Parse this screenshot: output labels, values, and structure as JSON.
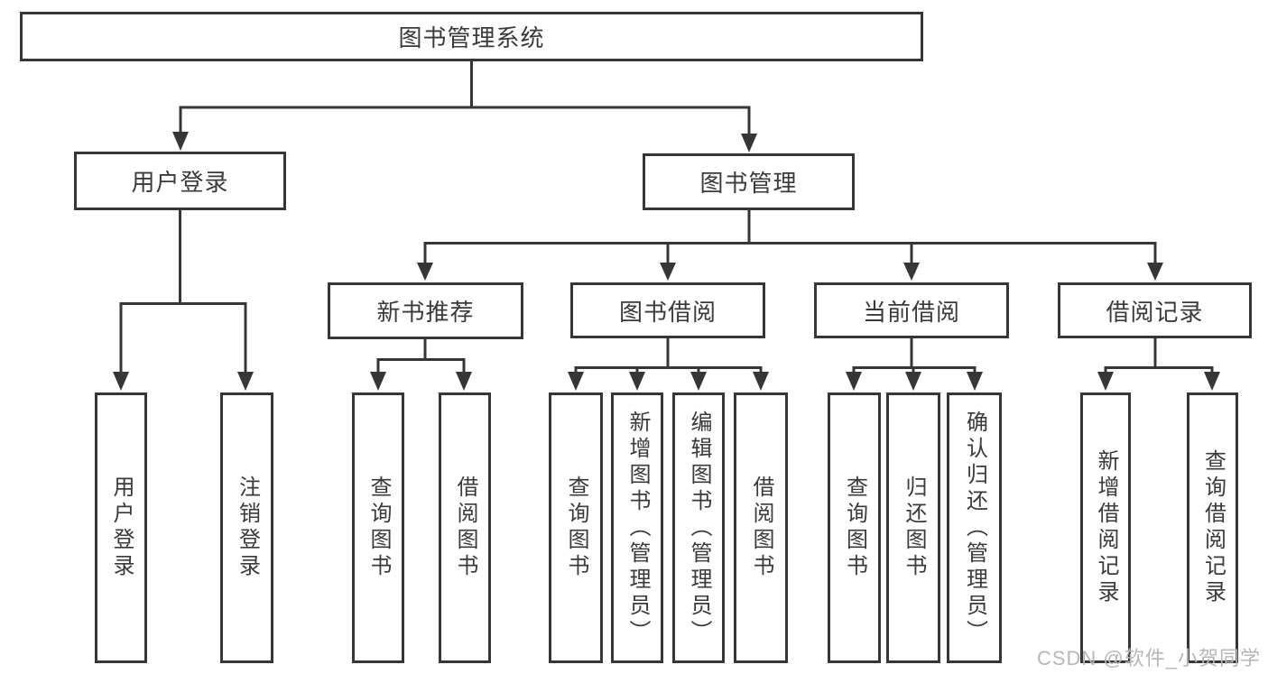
{
  "diagram": {
    "root": {
      "label": "图书管理系统"
    },
    "level2": [
      {
        "label": "用户登录",
        "leaves": [
          {
            "label": "用户登录"
          },
          {
            "label": "注销登录"
          }
        ]
      },
      {
        "label": "图书管理",
        "children": [
          {
            "label": "新书推荐",
            "leaves": [
              {
                "label": "查询图书"
              },
              {
                "label": "借阅图书"
              }
            ]
          },
          {
            "label": "图书借阅",
            "leaves": [
              {
                "label": "查询图书"
              },
              {
                "label": "新增图书（管理员）"
              },
              {
                "label": "编辑图书（管理员）"
              },
              {
                "label": "借阅图书"
              }
            ]
          },
          {
            "label": "当前借阅",
            "leaves": [
              {
                "label": "查询图书"
              },
              {
                "label": "归还图书"
              },
              {
                "label": "确认归还（管理员）"
              }
            ]
          },
          {
            "label": "借阅记录",
            "leaves": [
              {
                "label": "新增借阅记录"
              },
              {
                "label": "查询借阅记录"
              }
            ]
          }
        ]
      }
    ]
  },
  "watermark": {
    "text": "CSDN @软件_小贺同学"
  },
  "colors": {
    "line": "#363636",
    "text": "#3a3a3a",
    "watermark": "#b7b7b7",
    "background": "#ffffff"
  }
}
